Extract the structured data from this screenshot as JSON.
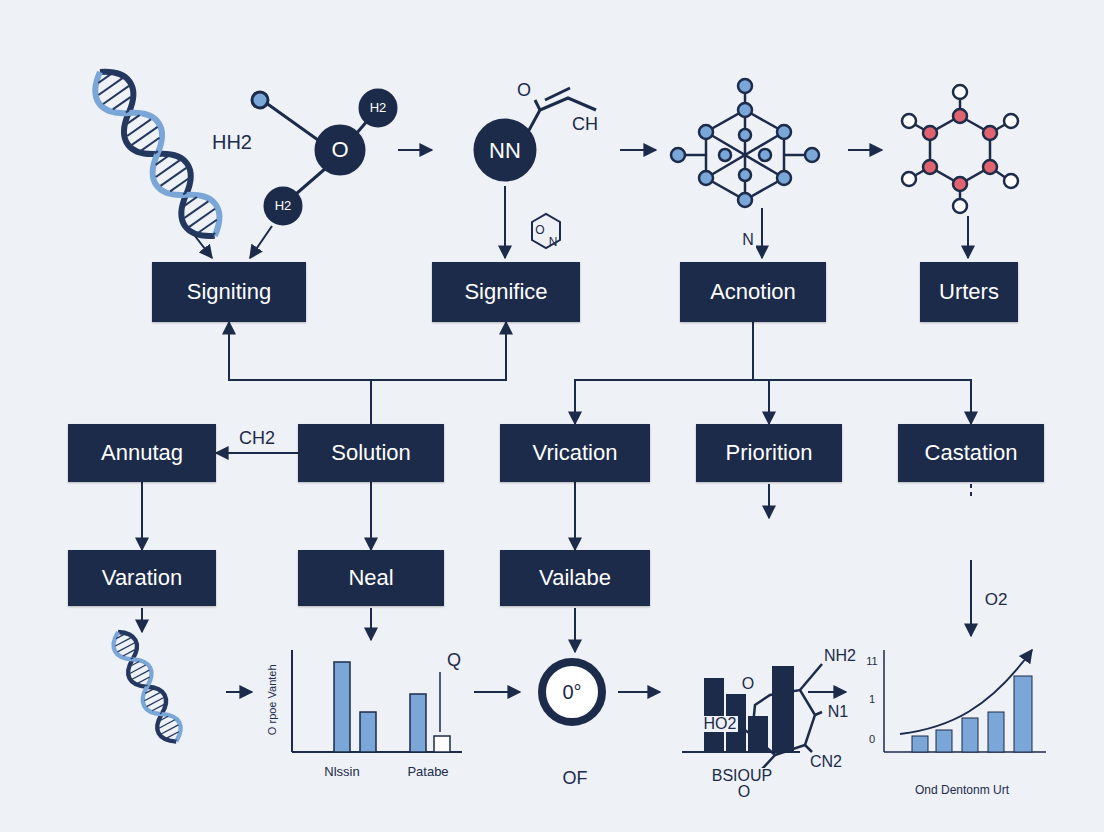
{
  "diagram": {
    "nodes": [
      {
        "text": [
          "Signiting"
        ]
      },
      {
        "text": [
          "Significe"
        ]
      },
      {
        "text": [
          "Acnotion"
        ]
      },
      {
        "text": [
          "Urters"
        ]
      },
      {
        "text": [
          "Annutag"
        ]
      },
      {
        "text": [
          "Solution"
        ]
      },
      {
        "text": [
          "Vrication"
        ]
      },
      {
        "text": [
          "Priorition"
        ]
      },
      {
        "text": [
          "Castation"
        ]
      },
      {
        "text": [
          "Varation"
        ]
      },
      {
        "text": [
          "Neal"
        ]
      },
      {
        "text": [
          "Vailabe"
        ]
      }
    ],
    "edges": [
      {
        "from": 5,
        "to": 0,
        "arrow": "to"
      },
      {
        "from": 5,
        "to": 1,
        "arrow": "to"
      },
      {
        "from": 5,
        "to": 4,
        "label": "CH2",
        "arrow": "to"
      },
      {
        "from": 2,
        "to": 6,
        "arrow": "to"
      },
      {
        "from": 2,
        "to": 7,
        "arrow": "to"
      },
      {
        "from": 2,
        "to": 8,
        "arrow": "to"
      },
      {
        "from": 4,
        "to": 9,
        "arrow": "to"
      },
      {
        "from": 5,
        "to": 10,
        "arrow": "to"
      },
      {
        "from": 6,
        "to": 11,
        "arrow": "to"
      }
    ],
    "labels": [
      "HH2",
      "O",
      "H2",
      "H2",
      "NN",
      "O",
      "CH",
      "O",
      "N",
      "N",
      "O2",
      "HO2",
      "O",
      "NH2",
      "N1",
      "CN2",
      "O",
      "O rpoe Vanteh",
      "Nlssin",
      "Patabe",
      "Q",
      "0°",
      "OF",
      "BSIOUP",
      "11",
      "1",
      "0",
      "Ond Dentonm Urt"
    ]
  }
}
